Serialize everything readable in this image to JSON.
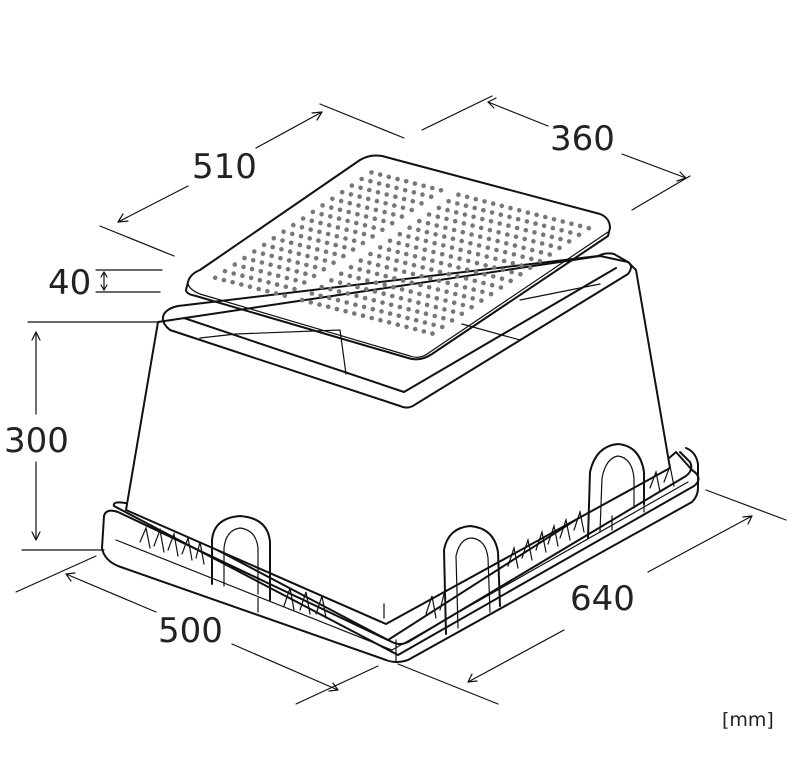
{
  "diagram": {
    "dimensions": {
      "lid_length": "510",
      "lid_width": "360",
      "lid_height": "40",
      "body_height": "300",
      "base_width": "500",
      "base_length": "640"
    },
    "unit": "[mm]"
  },
  "colors": {
    "stroke": "#111111",
    "text": "#222222",
    "background": "#ffffff",
    "lid_dot": "#777777"
  }
}
